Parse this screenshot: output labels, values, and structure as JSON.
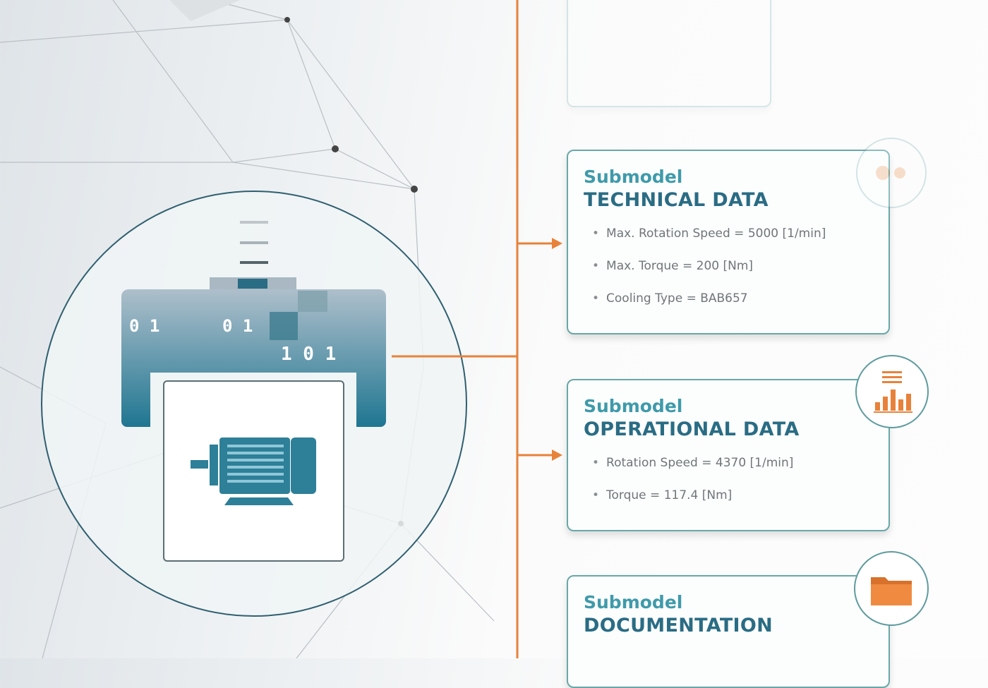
{
  "colors": {
    "accent": "#e8823a",
    "teal": "#2a6c84",
    "teal_light": "#3f9aaa",
    "border": "#6aa7a8"
  },
  "device": {
    "bits": [
      "0 1",
      "0 1",
      "1 0 1"
    ],
    "icon": "electric-motor-icon"
  },
  "submodels": [
    {
      "sub": "Submodel",
      "title": "TECHNICAL DATA",
      "icon": "gears-icon",
      "items": [
        "Max. Rotation Speed = 5000 [1/min]",
        "Max. Torque = 200 [Nm]",
        "Cooling Type = BAB657"
      ]
    },
    {
      "sub": "Submodel",
      "title": "OPERATIONAL DATA",
      "icon": "bar-chart-icon",
      "items": [
        "Rotation Speed = 4370 [1/min]",
        "Torque = 117.4 [Nm]"
      ]
    },
    {
      "sub": "Submodel",
      "title": "DOCUMENTATION",
      "icon": "folder-icon",
      "items": []
    }
  ]
}
